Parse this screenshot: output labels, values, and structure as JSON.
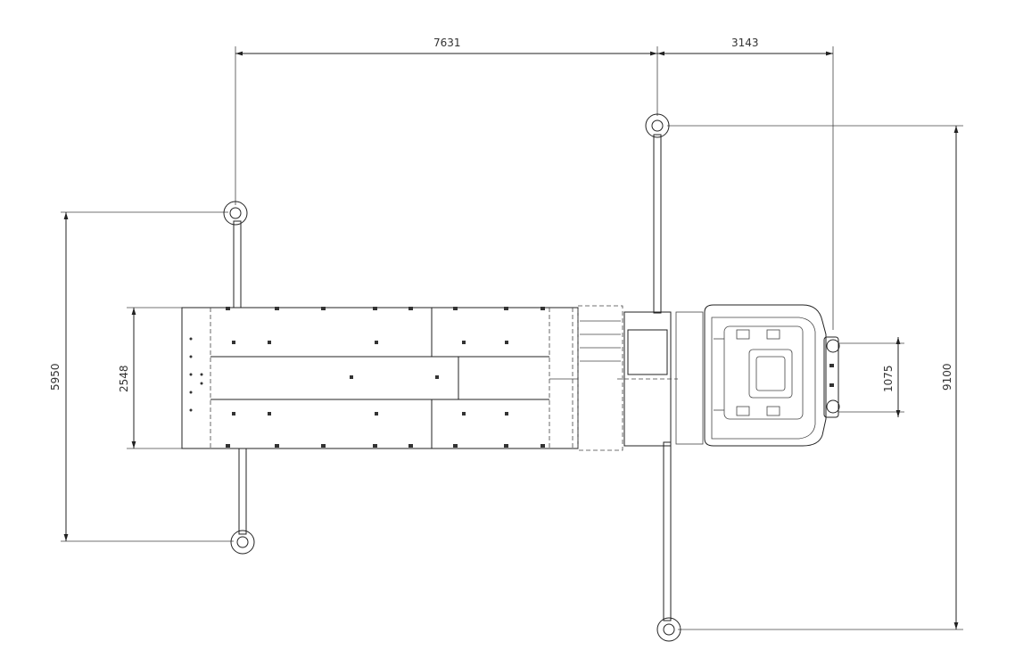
{
  "dimensions": {
    "front_outrigger_spacing_long": "7631",
    "cab_front_offset": "3143",
    "rear_outrigger_span": "5950",
    "vehicle_width": "2548",
    "front_outrigger_span": "9100",
    "front_bumper_width": "1075"
  },
  "colors": {
    "line": "#222222",
    "text": "#333333",
    "background": "#ffffff"
  }
}
